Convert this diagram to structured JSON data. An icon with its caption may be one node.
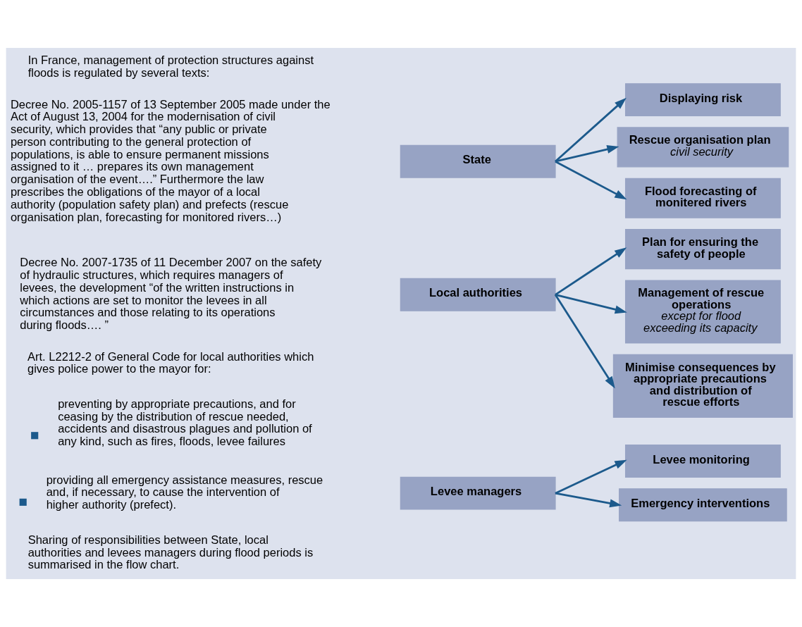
{
  "diagram": {
    "nodes": [
      {
        "text": [
          "State"
        ]
      },
      {
        "text": [
          "Displaying risk"
        ]
      },
      {
        "text": [
          "Rescue organisation plan",
          "civil security"
        ]
      },
      {
        "text": [
          "Flood forecasting of monitered rivers"
        ]
      },
      {
        "text": [
          "Local authorities"
        ]
      },
      {
        "text": [
          "Plan for ensuring the safety of people"
        ]
      },
      {
        "text": [
          "Management of rescue operations",
          "except for flood exceeding its capacity"
        ]
      },
      {
        "text": [
          "Minimise consequences by appropriate precautions and distribution of rescue efforts"
        ]
      },
      {
        "text": [
          "Levee managers"
        ]
      },
      {
        "text": [
          "Levee monitoring"
        ]
      },
      {
        "text": [
          "Emergency interventions"
        ]
      }
    ],
    "edges": [
      {
        "from": 0,
        "to": 1,
        "arrow": "to"
      },
      {
        "from": 0,
        "to": 2,
        "arrow": "to"
      },
      {
        "from": 0,
        "to": 3,
        "arrow": "to"
      },
      {
        "from": 4,
        "to": 5,
        "arrow": "to"
      },
      {
        "from": 4,
        "to": 6,
        "arrow": "to"
      },
      {
        "from": 4,
        "to": 7,
        "arrow": "to"
      },
      {
        "from": 8,
        "to": 9,
        "arrow": "to"
      },
      {
        "from": 8,
        "to": 10,
        "arrow": "to"
      }
    ],
    "labels": [
      "In France, management of protection structures against floods is regulated by several texts:",
      "Decree No. 2005-1157 of 13 September 2005 made under the Act of August 13, 2004 for the modernisation of civil security, which provides that “any public or private person contributing to the general protection of populations, is able to ensure permanent missions assigned to it … prepares its own management organisation of the event….” Furthermore the law prescribes the obligations of the mayor of a local authority (population safety plan) and prefects (rescue organisation plan, forecasting for monitored rivers…)",
      "Decree No. 2007-1735 of 11 December 2007 on the safety of hydraulic structures, which requires managers of levees, the development “of the written instructions in which actions are set to monitor the levees in all circumstances and those relating to its operations during floods…. ”",
      "Art. L2212-2 of General Code for local authorities which gives police power to the mayor for:",
      "preventing by appropriate precautions, and for ceasing by the distribution of rescue needed, accidents and disastrous plagues and pollution of any kind, such as fires, floods, levee failures",
      "providing all emergency assistance measures, rescue and, if necessary, to cause the intervention of higher authority (prefect).",
      "Sharing of responsibilities between State, local authorities and levees managers during flood periods is summarised in the flow chart."
    ]
  }
}
